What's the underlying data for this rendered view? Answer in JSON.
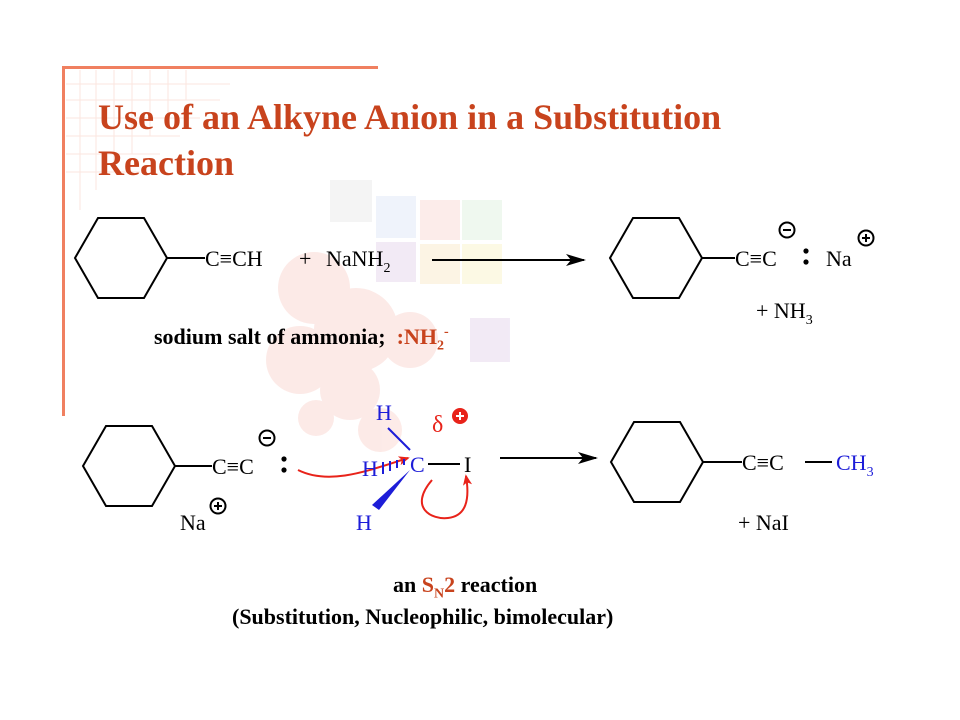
{
  "slide": {
    "title_line1": "Use of an Alkyne Anion in a Substitution",
    "title_line2": "Reaction"
  },
  "colors": {
    "title": "#c8431d",
    "accent_red": "#e8231a",
    "blue": "#1d1dd8",
    "frame": "#f08060"
  },
  "reaction1": {
    "reactant_group": "C≡CH",
    "plus": "+",
    "reagent_base": "NaNH",
    "reagent_sub": "2",
    "product_group": "C≡C",
    "counter_ion": "Na",
    "byproduct_prefix": "+ NH",
    "byproduct_sub": "3",
    "note_main": "sodium salt of ammonia;",
    "note_ion": ":NH",
    "note_sub": "2",
    "note_sup": "-"
  },
  "reaction2": {
    "anion_group": "C≡C",
    "counter_ion": "Na",
    "substrate_h_top": "H",
    "substrate_h_left": "H",
    "substrate_h_bottom": "H",
    "substrate_carbon": "C",
    "leaving_group": "I",
    "delta": "δ",
    "product_group": "C≡C",
    "product_methyl": "CH",
    "product_methyl_sub": "3",
    "byproduct": "+ NaI"
  },
  "caption": {
    "line1_prefix": "an",
    "line1_s": "S",
    "line1_sub": "N",
    "line1_num": "2",
    "line1_suffix": "reaction",
    "line2": "(Substitution, Nucleophilic, bimolecular)"
  }
}
